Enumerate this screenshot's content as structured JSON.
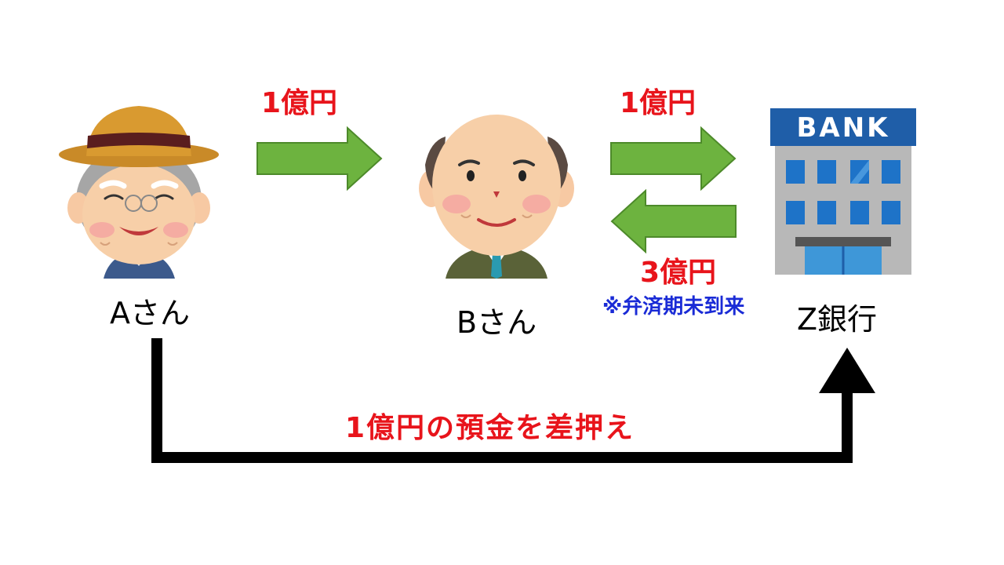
{
  "colors": {
    "amount_text": "#e8141b",
    "note_text": "#1a2bd6",
    "arrow_fill": "#6db33f",
    "arrow_stroke": "#4d8a2a",
    "bank_sign": "#1f5ea8",
    "bank_body": "#b8b8b8",
    "black_arrow": "#000000"
  },
  "people": {
    "a": {
      "label": "Aさん",
      "icon": "elderly-man-hat-icon"
    },
    "b": {
      "label": "Bさん",
      "icon": "bald-man-suit-icon"
    }
  },
  "bank": {
    "label": "Z銀行",
    "sign": "BANK",
    "icon": "bank-building-icon"
  },
  "flows": {
    "a_to_b": {
      "amount": "1億円",
      "direction": "right"
    },
    "b_to_bank": {
      "amount": "1億円",
      "direction": "right"
    },
    "bank_to_b": {
      "amount": "3億円",
      "direction": "left",
      "note": "※弁済期未到来"
    }
  },
  "seizure": {
    "caption": "1億円の預金を差押え"
  }
}
